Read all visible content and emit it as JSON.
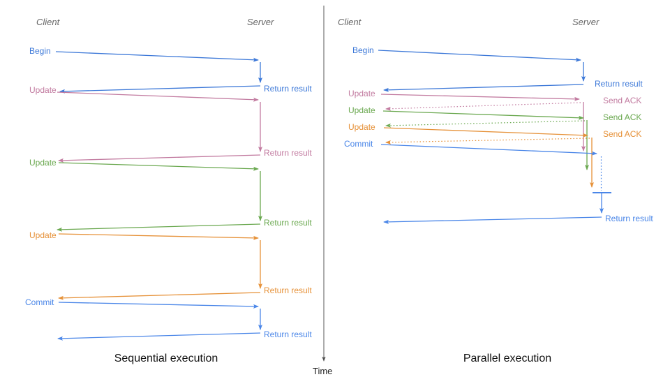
{
  "diagram": {
    "left": {
      "caption": "Sequential execution",
      "client_header": "Client",
      "server_header": "Server",
      "exchanges": [
        {
          "request": "Begin",
          "response": "Return result",
          "color": "#3c78d8"
        },
        {
          "request": "Update",
          "response": "Return result",
          "color": "#c27ba0"
        },
        {
          "request": "Update",
          "response": "Return result",
          "color": "#6aa84f"
        },
        {
          "request": "Update",
          "response": "Return result",
          "color": "#e69138"
        },
        {
          "request": "Commit",
          "response": "Return result",
          "color": "#4a86e8"
        }
      ]
    },
    "right": {
      "caption": "Parallel execution",
      "client_header": "Client",
      "server_header": "Server",
      "exchanges": [
        {
          "request": "Begin",
          "response": "Return result",
          "color": "#3c78d8",
          "response_style": "solid"
        },
        {
          "request": "Update",
          "response": "Send ACK",
          "color": "#c27ba0",
          "response_style": "dotted"
        },
        {
          "request": "Update",
          "response": "Send ACK",
          "color": "#6aa84f",
          "response_style": "dotted"
        },
        {
          "request": "Update",
          "response": "Send ACK",
          "color": "#e69138",
          "response_style": "dotted"
        },
        {
          "request": "Commit",
          "response": "Return result",
          "color": "#4a86e8",
          "response_style": "solid"
        }
      ]
    },
    "time_axis": {
      "label": "Time"
    }
  },
  "colors": {
    "blue": "#3c78d8",
    "light_blue": "#4a86e8",
    "pink": "#c27ba0",
    "green": "#6aa84f",
    "orange": "#e69138",
    "header_gray": "#666666",
    "axis_gray": "#595959",
    "caption_black": "#111111",
    "background": "#ffffff"
  }
}
